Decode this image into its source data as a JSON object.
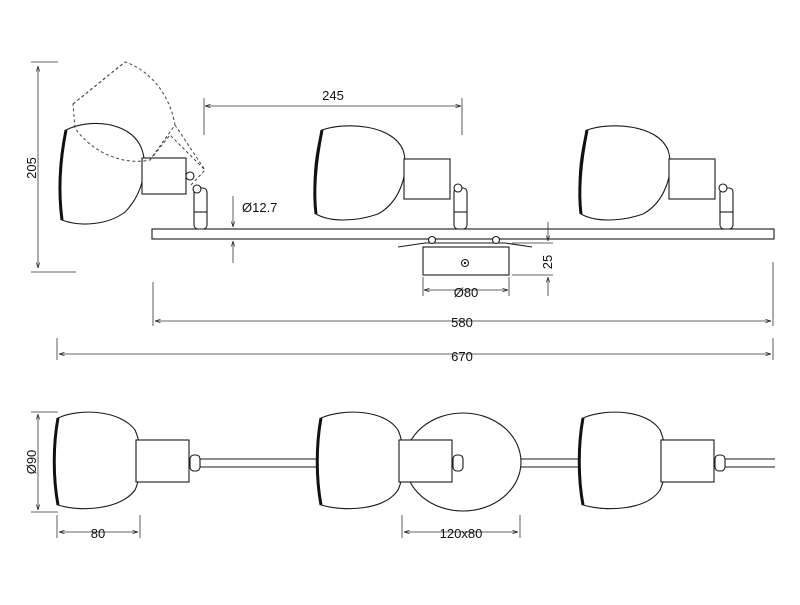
{
  "dimensions": {
    "height_total": "205",
    "spacing": "245",
    "rod_diameter": "Ø12.7",
    "canopy_depth": "25",
    "canopy_diameter": "Ø80",
    "bar_length": "580",
    "total_length": "670",
    "shade_diameter": "Ø90",
    "shade_depth": "80",
    "canopy_size": "120x80"
  },
  "colors": {
    "line": "#1a1a1a",
    "background": "#ffffff"
  }
}
